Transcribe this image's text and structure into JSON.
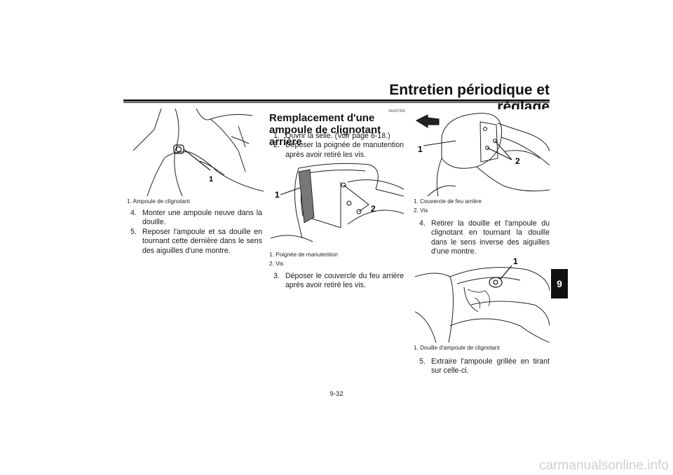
{
  "header": {
    "title": "Entretien périodique et réglage"
  },
  "chapter_tab": "9",
  "col1": {
    "fig_label": "1",
    "captions": [
      "1. Ampoule de clignotant"
    ],
    "steps": [
      {
        "num": "4.",
        "text": "Monter une ampoule neuve dans la douille."
      },
      {
        "num": "5.",
        "text": "Reposer l'ampoule et sa douille en tournant cette dernière dans le sens des aiguilles d'une montre."
      }
    ]
  },
  "col2": {
    "code": "FAU67320",
    "title": "Remplacement d'une ampoule de clignotant arrière",
    "steps_a": [
      {
        "num": "1.",
        "text": "Ouvrir la selle. (Voir page 6-18.)"
      },
      {
        "num": "2.",
        "text": "Déposer la poignée de manutention après avoir retiré les vis."
      }
    ],
    "fig_labels": [
      "1",
      "2"
    ],
    "captions": [
      "1. Poignée de manutention",
      "2. Vis"
    ],
    "steps_b": [
      {
        "num": "3.",
        "text": "Déposer le couvercle du feu arrière après avoir retiré les vis."
      }
    ]
  },
  "col3": {
    "fig1_labels": [
      "1",
      "2"
    ],
    "captions1": [
      "1. Couvercle de feu arrière",
      "2. Vis"
    ],
    "steps_a": [
      {
        "num": "4.",
        "text": "Retirer la douille et l'ampoule du clignotant en tournant la douille dans le sens inverse des aiguilles d'une montre."
      }
    ],
    "fig2_label": "1",
    "captions2": [
      "1. Douille d'ampoule de clignotant"
    ],
    "steps_b": [
      {
        "num": "5.",
        "text": "Extraire l'ampoule grillée en tirant sur celle-ci."
      }
    ]
  },
  "page_number": "9-32",
  "watermark": "carmanualsonline.info"
}
